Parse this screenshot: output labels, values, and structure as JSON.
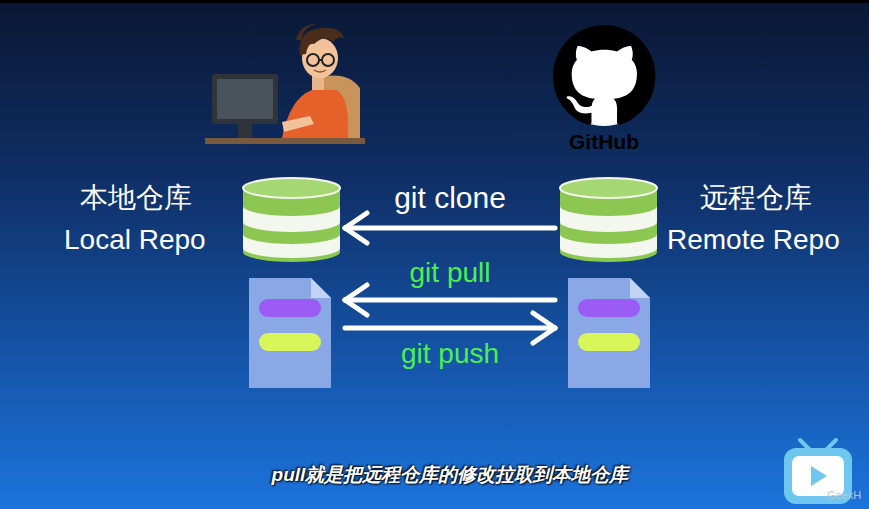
{
  "diagram": {
    "caption": "pull就是把远程仓库的修改拉取到本地仓库",
    "nodes": [
      {
        "text": [
          "本地仓库",
          "Local Repo"
        ]
      },
      {
        "text": [
          "远程仓库",
          "Remote Repo"
        ]
      }
    ],
    "edges": [
      {
        "from": 1,
        "to": 0,
        "label": "git clone",
        "arrow": "to"
      },
      {
        "from": 1,
        "to": 0,
        "label": "git pull",
        "arrow": "to"
      },
      {
        "from": 0,
        "to": 1,
        "label": "git push",
        "arrow": "to"
      }
    ],
    "labels": [
      "GitHub",
      "GeekH"
    ]
  }
}
